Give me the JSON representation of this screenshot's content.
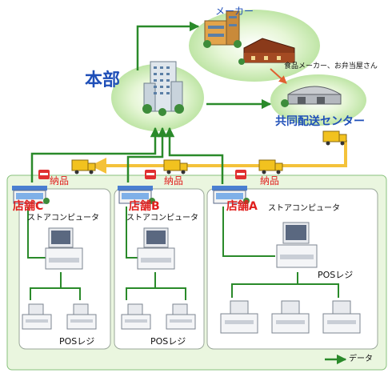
{
  "hq": {
    "label": "本部"
  },
  "maker": {
    "label": "メーカー"
  },
  "food_maker": {
    "label": "食品メーカー、お弁当屋さん"
  },
  "distribution_center": {
    "label": "共同配送センター"
  },
  "deliveries": [
    {
      "label": "納品"
    },
    {
      "label": "納品"
    },
    {
      "label": "納品"
    }
  ],
  "stores": [
    {
      "name": "店舗C",
      "computer_label": "ストアコンピュータ",
      "pos_label": "POSレジ",
      "pos_count": 2
    },
    {
      "name": "店舗B",
      "computer_label": "ストアコンピュータ",
      "pos_label": "POSレジ",
      "pos_count": 2
    },
    {
      "name": "店舗A",
      "computer_label": "ストアコンピュータ",
      "pos_label": "POSレジ",
      "pos_count": 3
    }
  ],
  "legend": {
    "data_label": "データ"
  },
  "colors": {
    "data_line": "#2a8a2a",
    "delivery_line": "#f4c23a",
    "region_fill": "#eaf6df",
    "region_border": "#88c27c",
    "label_blue": "#1f4fb8",
    "label_red": "#e0201e"
  }
}
